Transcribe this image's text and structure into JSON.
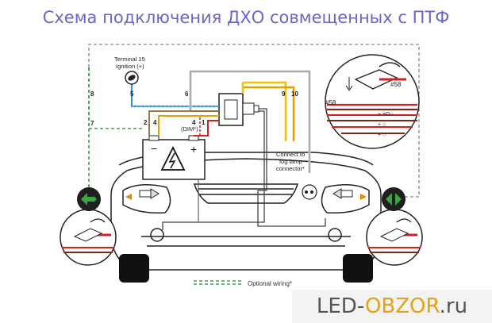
{
  "title": "Схема подключения  ДХО совмещенных с ПТФ",
  "labels": {
    "terminal15": "Terminal 15",
    "ignition": "Ignition (+)",
    "dim": "(DIM*)",
    "connect1": "Connect to",
    "connect2": "fog lamp",
    "connect3": "connector*",
    "pin58_right": "#58",
    "pin58_left": "#58",
    "legend": "Optional wiring*"
  },
  "wire_numbers": [
    "5",
    "6",
    "8",
    "7",
    "2",
    "4",
    "4",
    "1",
    "9",
    "10"
  ],
  "watermark": {
    "prefix": "LED-",
    "accent": "OBZOR",
    "suffix": ".ru"
  },
  "colors": {
    "title": "#6a66c9",
    "blue_wire": "#3a8fd0",
    "yellow_wire": "#f2c200",
    "orange_wire": "#e8a000",
    "red_wire": "#d81e1e",
    "green_dash": "#3aa642",
    "gray_dash": "#888888",
    "watermark_accent": "#e3a21a"
  }
}
